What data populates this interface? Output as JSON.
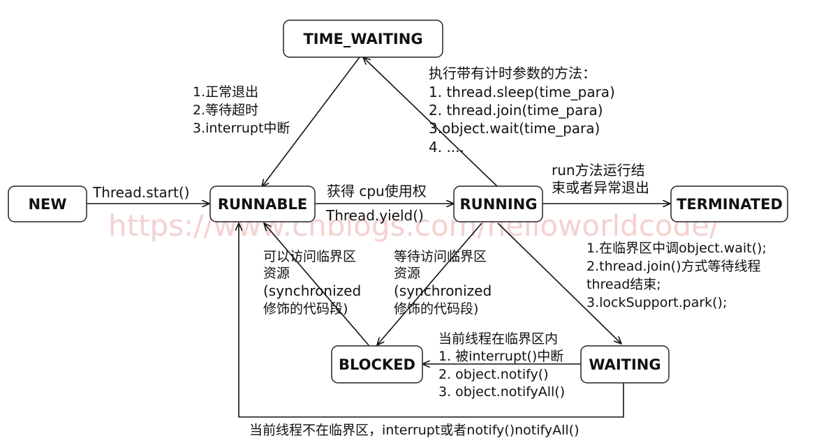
{
  "states": {
    "new": "NEW",
    "runnable": "RUNNABLE",
    "running": "RUNNING",
    "terminated": "TERMINATED",
    "time_waiting": "TIME_WAITING",
    "blocked": "BLOCKED",
    "waiting": "WAITING"
  },
  "labels": {
    "new_to_runnable": "Thread.start()",
    "runnable_to_running": "获得 cpu使用权",
    "running_to_runnable": "Thread.yield()",
    "running_to_terminated": [
      "run方法运行结",
      "束或者异常退出"
    ],
    "running_to_time_waiting": [
      "执行带有计时参数的方法：",
      "1. thread.sleep(time_para)",
      "2. thread.join(time_para)",
      "3.object.wait(time_para)",
      "4. ...."
    ],
    "time_waiting_to_runnable": [
      "1.正常退出",
      "2.等待超时",
      "3.interrupt中断"
    ],
    "blocked_to_runnable": [
      "可以访问临界区",
      "资源",
      "(synchronized",
      "修饰的代码段)"
    ],
    "running_to_blocked": [
      "等待访问临界区",
      "资源",
      "(synchronized",
      "修饰的代码段)"
    ],
    "running_to_waiting": [
      "1.在临界区中调object.wait();",
      "2.thread.join()方式等待线程",
      "thread结束;",
      "3.lockSupport.park();"
    ],
    "waiting_to_blocked": [
      "当前线程在临界区内",
      "1. 被interrupt()中断",
      "2. object.notify()",
      "3. object.notifyAll()"
    ],
    "waiting_to_runnable": "当前线程不在临界区，interrupt或者notify()notifyAll()"
  },
  "watermark": "https://www.cnblogs.com/helloworldcode/"
}
